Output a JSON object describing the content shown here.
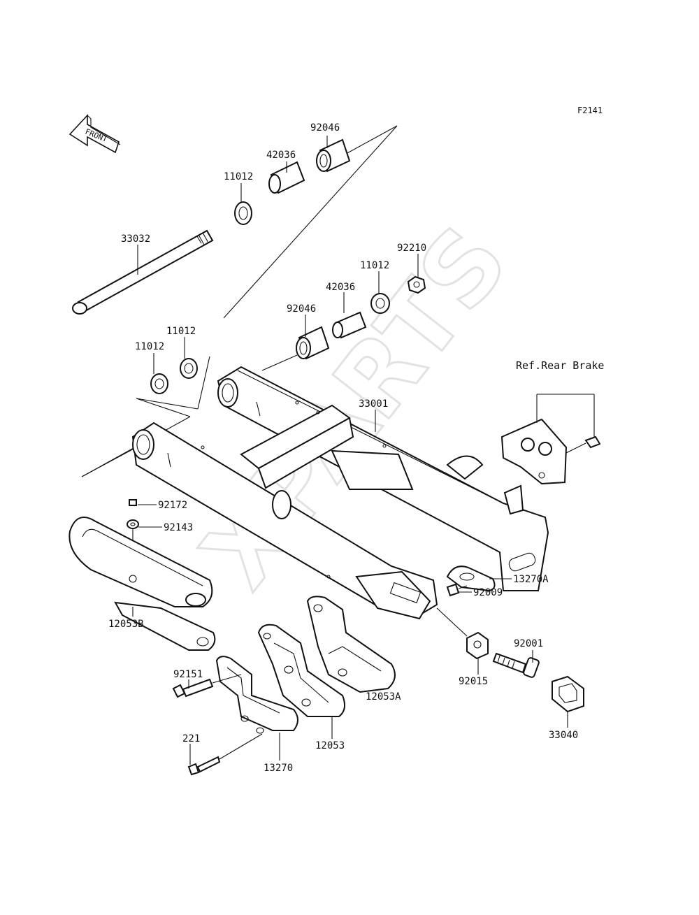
{
  "figure_id": "F2141",
  "front_arrow_label": "FRONT",
  "watermark": "XPARTS",
  "ref_note": "Ref.Rear Brake",
  "labels": {
    "p92046_top": "92046",
    "p42036_top": "42036",
    "p11012_top": "11012",
    "p33032": "33032",
    "p92210": "92210",
    "p11012_mid": "11012",
    "p42036_mid": "42036",
    "p92046_mid": "92046",
    "p11012_l1": "11012",
    "p11012_l2": "11012",
    "p33001": "33001",
    "p92172": "92172",
    "p92143": "92143",
    "p13270A": "13270A",
    "p92009": "92009",
    "p12053B": "12053B",
    "p92001": "92001",
    "p92015": "92015",
    "p92151": "92151",
    "p12053A": "12053A",
    "p33040": "33040",
    "p221": "221",
    "p12053": "12053",
    "p13270": "13270"
  }
}
